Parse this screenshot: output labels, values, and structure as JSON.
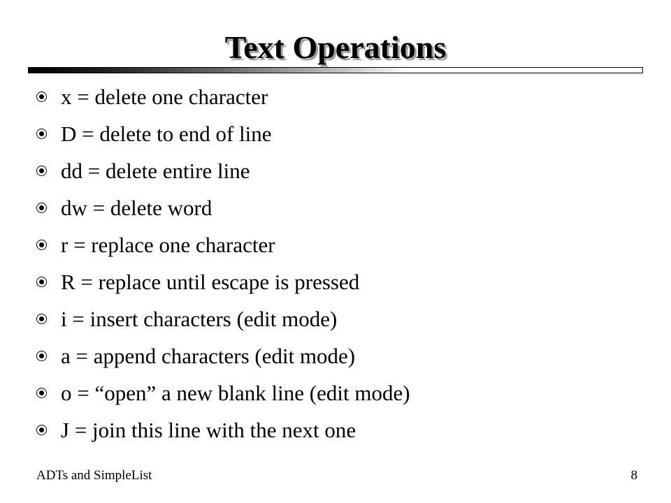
{
  "slide": {
    "title": "Text Operations",
    "bullets": [
      "x = delete one character",
      "D = delete to end of line",
      "dd = delete entire line",
      "dw = delete word",
      "r = replace one character",
      "R = replace until escape is pressed",
      "i = insert characters (edit mode)",
      "a = append characters (edit mode)",
      "o = “open” a new blank line (edit mode)",
      "J = join this line with the next one"
    ],
    "footer": {
      "left": "ADTs and SimpleList",
      "page_number": "8"
    }
  }
}
